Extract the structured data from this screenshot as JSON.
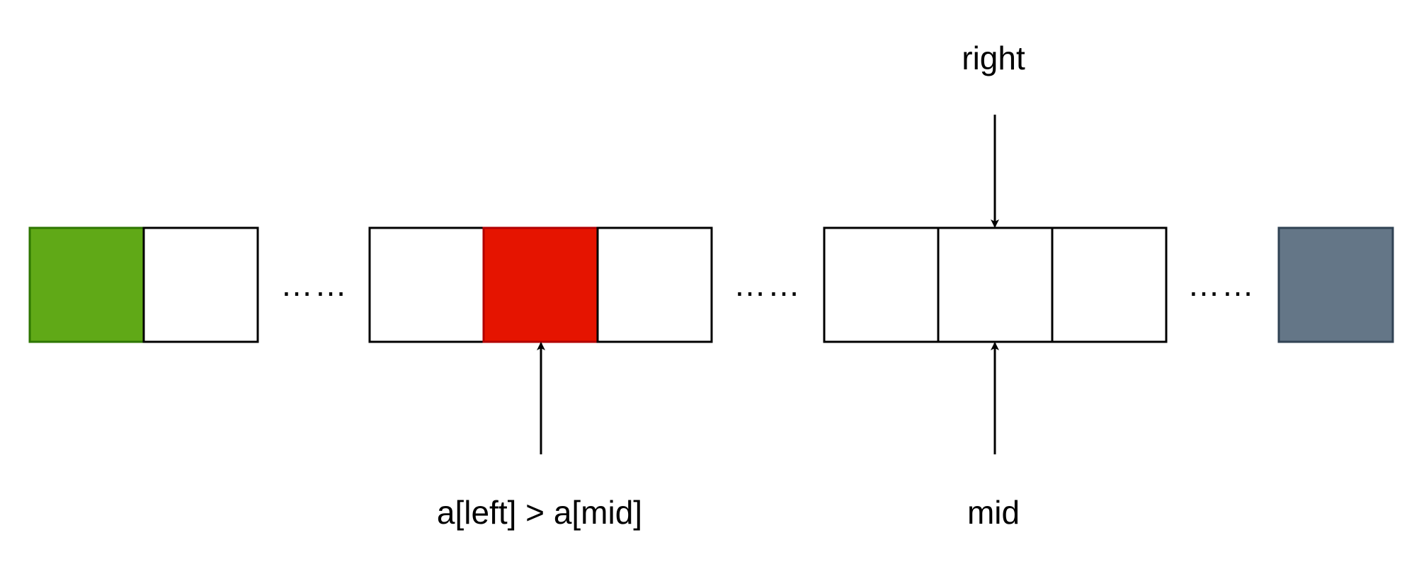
{
  "labels": {
    "right": "right",
    "mid": "mid",
    "condition": "a[left] > a[mid]",
    "ellipsis": "……"
  },
  "colors": {
    "green": "#60a917",
    "red": "#e51400",
    "slate": "#647687",
    "stroke": "#000000"
  }
}
